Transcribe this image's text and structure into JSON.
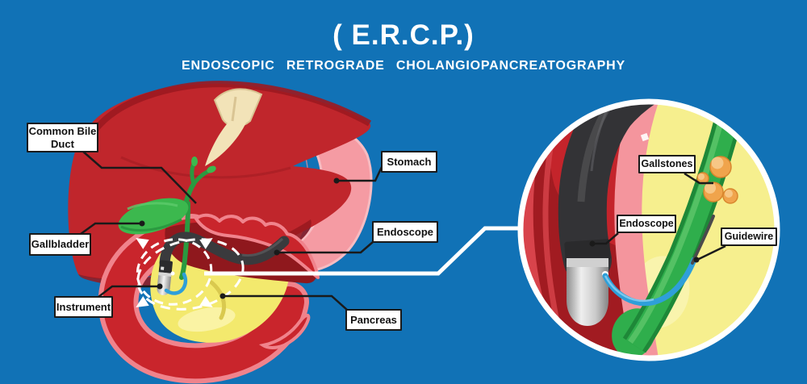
{
  "header": {
    "title": "( E.R.C.P.)",
    "subtitle": "ENDOSCOPIC RETROGRADE CHOLANGIOPANCREATOGRAPHY"
  },
  "anatomy_labels": {
    "common_bile_duct": "Common Bile Duct",
    "gallbladder": "Gallbladder",
    "instrument": "Instrument",
    "stomach": "Stomach",
    "endoscope": "Endoscope",
    "pancreas": "Pancreas"
  },
  "inset_labels": {
    "gallstones": "Gallstones",
    "endoscope": "Endoscope",
    "guidewire": "Guidewire"
  },
  "colors": {
    "background": "#1172b6",
    "liver_red": "#c0262c",
    "liver_shadow": "#96191f",
    "ligament_cream": "#f2e3b8",
    "stomach_pink": "#f59ba3",
    "duodenum_red": "#c9252c",
    "duodenum_rim": "#f0838c",
    "pancreas_yellow": "#f3e96d",
    "bile_green": "#3cb84e",
    "endoscope_gray": "#3a3a3d",
    "catheter_blue": "#2e9fd9",
    "gallstone_orange": "#f0a44c",
    "label_background": "#ffffff",
    "label_border": "#1a1a1a",
    "highlight_white": "#ffffff"
  }
}
